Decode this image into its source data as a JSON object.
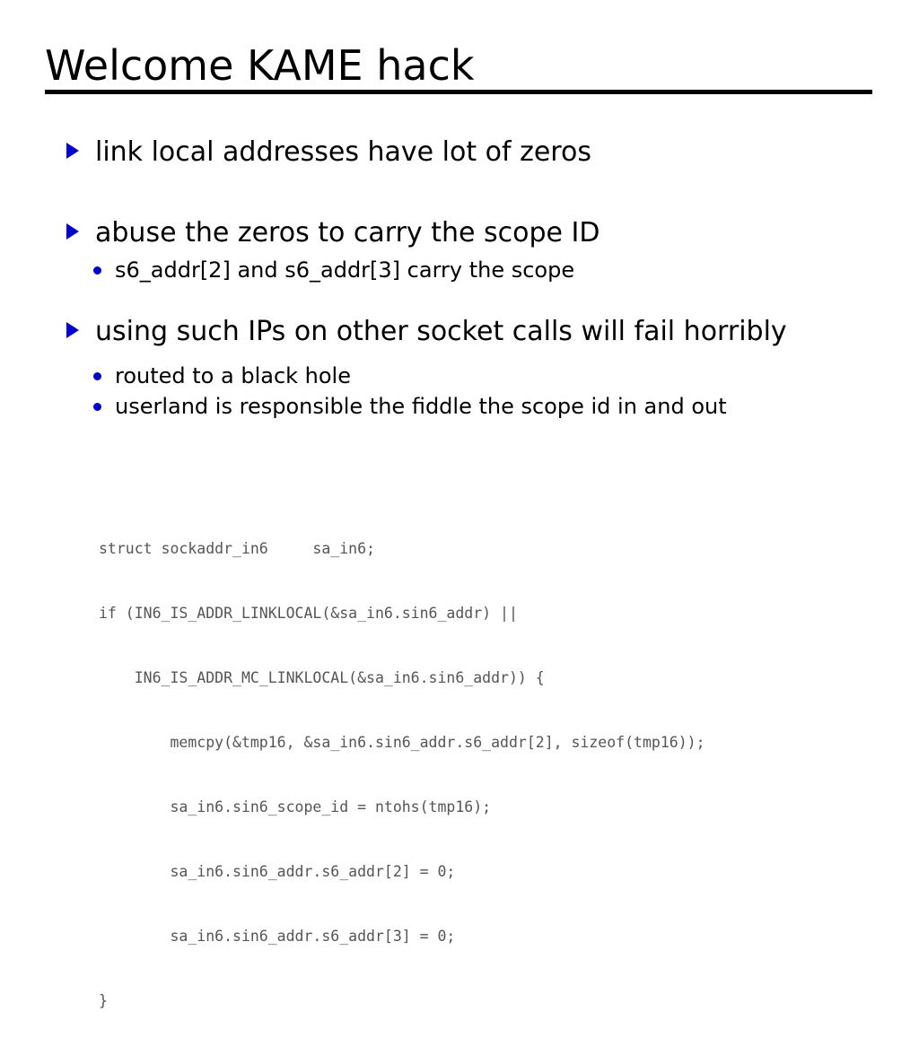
{
  "slide": {
    "title": "Welcome KAME hack",
    "bullets": [
      {
        "level": 1,
        "text": "link local addresses have lot of zeros",
        "marker": "blue-triangle"
      },
      {
        "level": 1,
        "text": "abuse the zeros to carry the scope ID",
        "marker": "blue-triangle"
      },
      {
        "level": 2,
        "text": "s6_addr[2] and s6_addr[3] carry the scope",
        "marker": "blue-dot"
      },
      {
        "level": 1,
        "text": "using such IPs on other socket calls will fail horribly",
        "marker": "blue-triangle"
      },
      {
        "level": 2,
        "text": "routed to a black hole",
        "marker": "blue-dot"
      },
      {
        "level": 2,
        "text": "userland is responsible the fiddle the scope id in and out",
        "marker": "blue-dot"
      }
    ],
    "code": {
      "lines": [
        "struct sockaddr_in6     sa_in6;",
        "if (IN6_IS_ADDR_LINKLOCAL(&sa_in6.sin6_addr) ||",
        "    IN6_IS_ADDR_MC_LINKLOCAL(&sa_in6.sin6_addr)) {",
        "        memcpy(&tmp16, &sa_in6.sin6_addr.s6_addr[2], sizeof(tmp16));",
        "        sa_in6.sin6_scope_id = ntohs(tmp16);",
        "        sa_in6.sin6_addr.s6_addr[2] = 0;",
        "        sa_in6.sin6_addr.s6_addr[3] = 0;",
        "}"
      ]
    },
    "colors": {
      "background": "#ffffff",
      "text": "#000000",
      "bullet_marker": "#0000CC",
      "code_text": "#555555",
      "rule": "#000000"
    }
  }
}
